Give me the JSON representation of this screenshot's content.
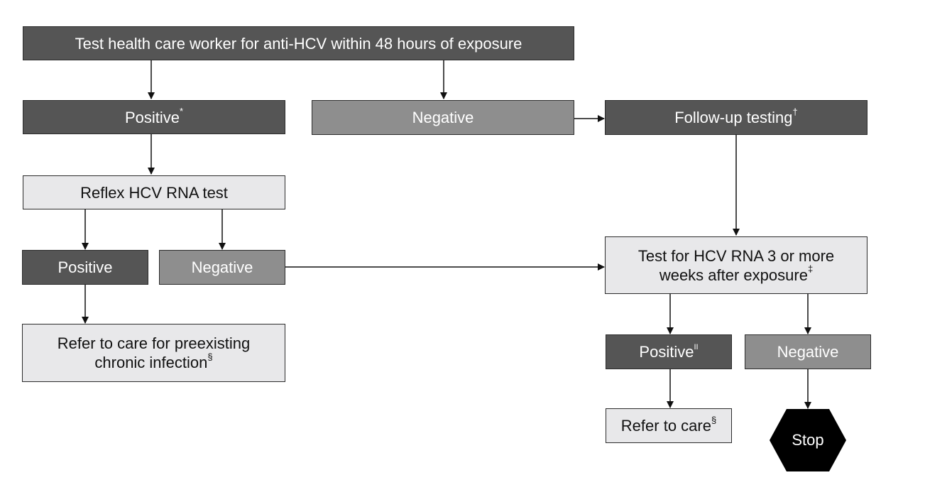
{
  "nodes": {
    "initial_test": "Test health care worker for anti-HCV within 48 hours of exposure",
    "anti_hcv_positive": "Positive",
    "anti_hcv_positive_mark": "*",
    "anti_hcv_negative": "Negative",
    "follow_up": "Follow-up testing",
    "follow_up_mark": "†",
    "reflex_rna": "Reflex HCV RNA test",
    "reflex_positive": "Positive",
    "reflex_negative": "Negative",
    "refer_preexisting_line1": "Refer to care for preexisting",
    "refer_preexisting_line2": "chronic infection",
    "refer_preexisting_mark": "§",
    "rna_3_weeks_line1": "Test for HCV RNA 3 or more",
    "rna_3_weeks_line2": "weeks after exposure",
    "rna_3_weeks_mark": "‡",
    "rna_positive": "Positive",
    "rna_positive_mark": "II",
    "rna_negative": "Negative",
    "refer_care": "Refer to care",
    "refer_care_mark": "§",
    "stop": "Stop"
  },
  "colors": {
    "dark": "#555555",
    "mid": "#8e8e8e",
    "light": "#e8e8ea",
    "stop": "#000000",
    "line": "#111111"
  }
}
